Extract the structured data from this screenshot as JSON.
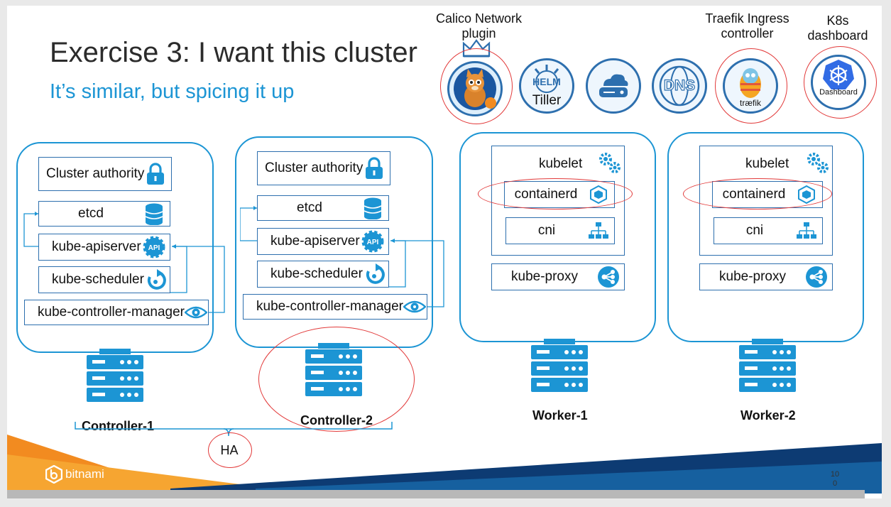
{
  "slide": {
    "title": "Exercise 3: I want this cluster",
    "subtitle": "It’s similar, but spicing it up",
    "page_number_line1": "10",
    "page_number_line2": "0",
    "brand": "bitnami"
  },
  "addons": {
    "calico_label": "Calico Network plugin",
    "tiller_label": "Tiller",
    "helm_text": "HELM",
    "dns_text": "DNS",
    "traefik_label": "Traefik Ingress controller",
    "traefik_text": "træfik",
    "dashboard_label": "K8s dashboard",
    "dashboard_text": "Dashboard"
  },
  "controllers": [
    {
      "name": "Controller-1",
      "components": {
        "authority": "Cluster authority",
        "etcd": "etcd",
        "apiserver": "kube-apiserver",
        "scheduler": "kube-scheduler",
        "controller_manager": "kube-controller-manager"
      }
    },
    {
      "name": "Controller-2",
      "components": {
        "authority": "Cluster authority",
        "etcd": "etcd",
        "apiserver": "kube-apiserver",
        "scheduler": "kube-scheduler",
        "controller_manager": "kube-controller-manager"
      }
    }
  ],
  "workers": [
    {
      "name": "Worker-1",
      "components": {
        "kubelet": "kubelet",
        "containerd": "containerd",
        "cni": "cni",
        "proxy": "kube-proxy"
      }
    },
    {
      "name": "Worker-2",
      "components": {
        "kubelet": "kubelet",
        "containerd": "containerd",
        "cni": "cni",
        "proxy": "kube-proxy"
      }
    }
  ],
  "ha_label": "HA",
  "api_badge": "API",
  "colors": {
    "accent": "#1c95d4",
    "highlight": "#e23a3a",
    "orange": "#f28b20",
    "navy": "#0d3b73"
  }
}
